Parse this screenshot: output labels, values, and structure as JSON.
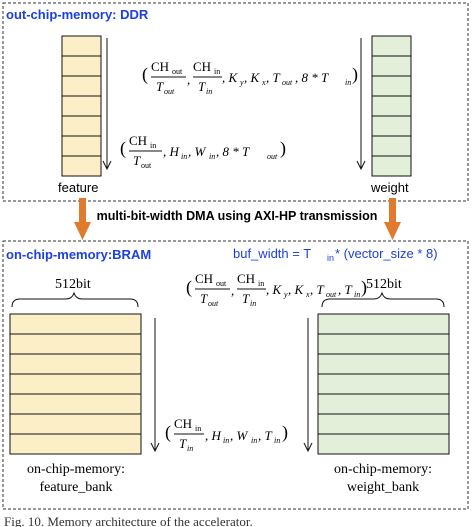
{
  "ddr_section": {
    "title": "out-chip-memory: DDR",
    "feature_label": "feature",
    "weight_label": "weight",
    "formula_top": {
      "a_num": "CH",
      "a_num_sub": "out",
      "a_den": "T",
      "a_den_sub": "out",
      "b_num": "CH",
      "b_num_sub": "in",
      "b_den": "T",
      "b_den_sub": "in",
      "rest": ", K",
      "ky_sub": "y",
      "kx": ", K",
      "kx_sub": "x",
      "tout": ", T",
      "tout_sub": "out",
      "tail": ", 8 * T",
      "tail_sub": "in",
      "close": ")"
    },
    "formula_feature": {
      "num": "CH",
      "num_sub": "in",
      "den": "T",
      "den_sub": "out",
      "h": ", H",
      "h_sub": "in",
      "w": ", W",
      "w_sub": "in",
      "tail": ", 8 * T",
      "tail_sub": "out",
      "close": ")"
    }
  },
  "transfer": {
    "label": "multi-bit-width DMA using AXI-HP transmission",
    "arrow_color": "#E07B2E"
  },
  "bram_section": {
    "title": "on-chip-memory:BRAM",
    "buf_width": "buf_width = T",
    "buf_width_sub": "in",
    "buf_width_tail": " * (vector_size * 8)",
    "left_width": "512bit",
    "right_width": "512bit",
    "feature_bank_line1": "on-chip-memory:",
    "feature_bank_line2": "feature_bank",
    "weight_bank_line1": "on-chip-memory:",
    "weight_bank_line2": "weight_bank",
    "formula_top": {
      "a_num": "CH",
      "a_num_sub": "out",
      "a_den": "T",
      "a_den_sub": "out",
      "b_num": "CH",
      "b_num_sub": "in",
      "b_den": "T",
      "b_den_sub": "in",
      "rest": ", K",
      "ky_sub": "y",
      "kx": ", K",
      "kx_sub": "x",
      "tout": ", T",
      "tout_sub": "out",
      "tin": ", T",
      "tin_sub": "in",
      "close": ")"
    },
    "formula_bank": {
      "num": "CH",
      "num_sub": "in",
      "den": "T",
      "den_sub": "in",
      "h": ", H",
      "h_sub": "in",
      "w": ", W",
      "w_sub": "in",
      "tail": ", T",
      "tail_sub": "in",
      "close": ")"
    }
  },
  "caption": "Fig. 10.   Memory architecture of the accelerator.",
  "colors": {
    "title_blue": "#1C3FE0",
    "feature_fill": "#FCEFC7",
    "weight_fill": "#E4EFD9",
    "bank_feature_fill": "#FCEFC7",
    "bank_weight_fill": "#E4EFD9"
  }
}
